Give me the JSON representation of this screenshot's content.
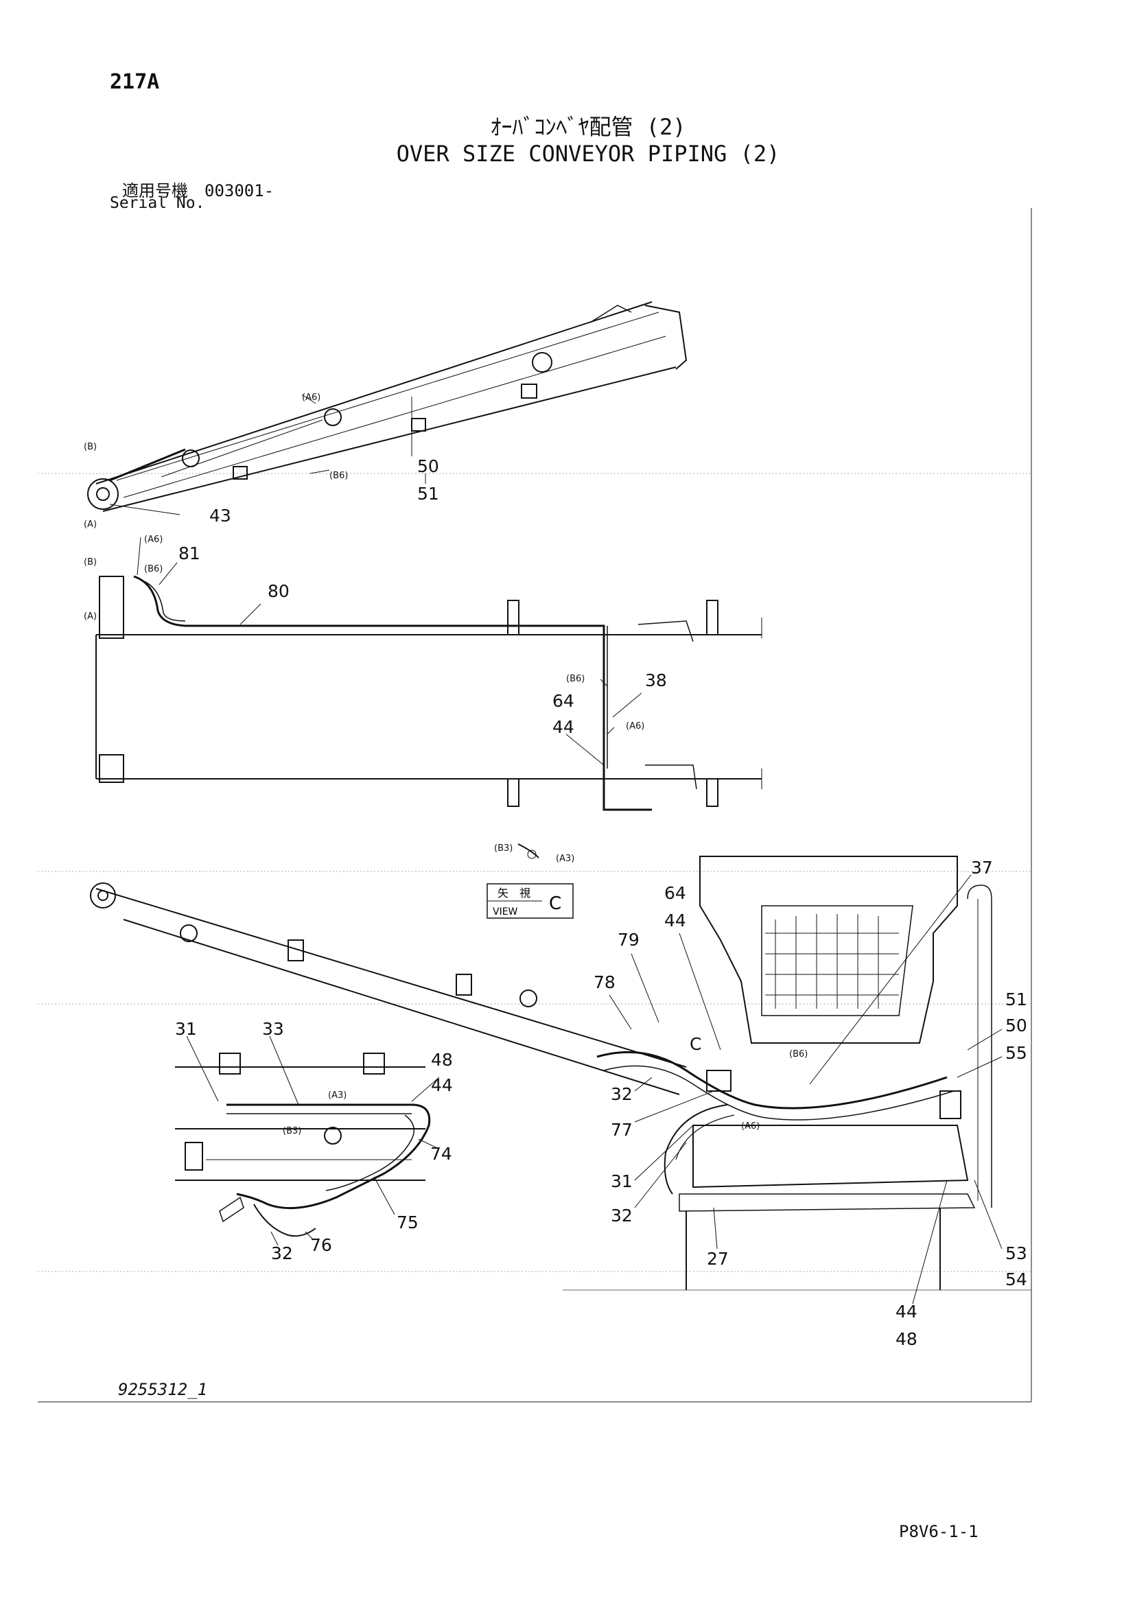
{
  "header": {
    "page_number": "217A",
    "title_jp": "ｵｰﾊﾞｺﾝﾍﾞﾔ配管 (2)",
    "title_en": "OVER SIZE CONVEYOR PIPING (2)",
    "serial_jp": "適用号機　003001-",
    "serial_en": "Serial No."
  },
  "footer": {
    "drawing_number": "9255312_1",
    "page_code": "P8V6-1-1"
  },
  "view1": {
    "callouts": [
      "50",
      "51",
      "43"
    ],
    "tags": [
      "(B)",
      "(A)",
      "(A6)",
      "(B6)"
    ]
  },
  "view2": {
    "callouts": [
      "81",
      "80",
      "38",
      "64",
      "44"
    ],
    "tags": [
      "(A6)",
      "(B)",
      "(B6)",
      "(A)",
      "(B6)",
      "(A6)"
    ]
  },
  "view_c": {
    "label_jp": "矢　視",
    "label_en": "VIEW",
    "letter": "C",
    "tags": [
      "(B3)",
      "(A3)"
    ]
  },
  "view3": {
    "callouts": [
      "37",
      "64",
      "44",
      "79",
      "78",
      "51",
      "50",
      "55",
      "C",
      "32",
      "77",
      "31",
      "32",
      "27",
      "53",
      "54",
      "44",
      "48"
    ],
    "tags": [
      "(B6)",
      "(A6)"
    ]
  },
  "view4": {
    "callouts": [
      "31",
      "33",
      "48",
      "44",
      "74",
      "75",
      "76",
      "32"
    ],
    "tags": [
      "(A3)",
      "(B3)"
    ]
  }
}
